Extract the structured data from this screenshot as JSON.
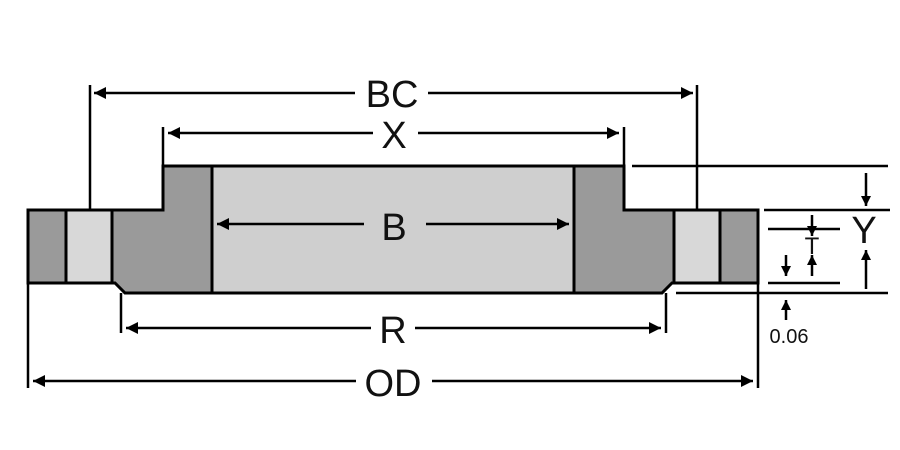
{
  "diagram": {
    "labels": {
      "bolt_circle": "BC",
      "hub_diameter": "X",
      "bore": "B",
      "raised_face_diameter": "R",
      "outside_diameter": "OD",
      "hub_length": "Y",
      "thickness": "T",
      "raised_face_height": "0.06"
    },
    "colors": {
      "outline": "#000000",
      "metal_dark": "#9a9a9a",
      "bore_light": "#cfcfcf",
      "bolt_hole": "#d8d8d8"
    }
  }
}
